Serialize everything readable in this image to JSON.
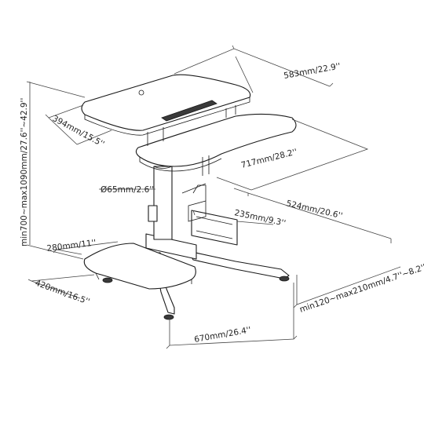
{
  "diagram": {
    "dimensions": {
      "top_width": "583mm/22.9''",
      "top_depth": "394mm/15.5''",
      "keyboard_width": "717mm/28.2''",
      "column_diameter": "Ø65mm/2.6''",
      "base_depth": "524mm/20.6''",
      "mount_width": "235mm/9.3''",
      "mouse_depth": "280mm/11''",
      "mouse_width": "420mm/16.5''",
      "base_width": "670mm/26.4''",
      "height_range": "min700~max1090mm/27.6''~42.9''",
      "keyboard_drop": "min120~max210mm/4.7''~8.2''"
    }
  }
}
